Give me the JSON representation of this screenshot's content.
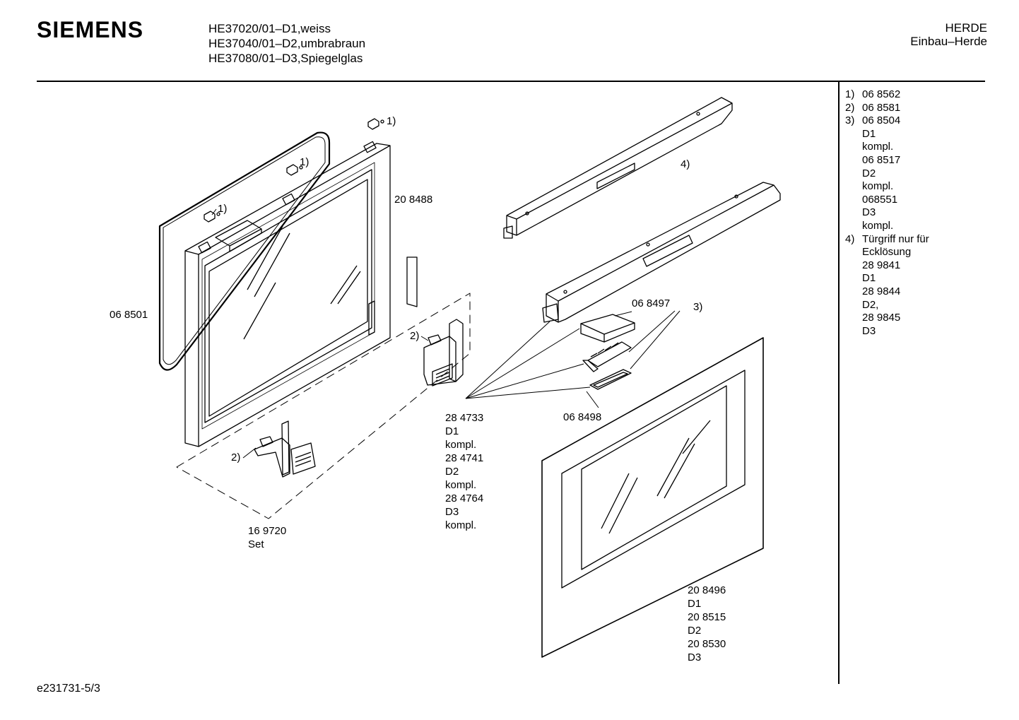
{
  "header": {
    "brand": "SIEMENS",
    "models": [
      "HE37020/01–D1,weiss",
      "HE37040/01–D2,umbrabraun",
      "HE37080/01–D3,Spiegelglas"
    ],
    "category": [
      "HERDE",
      "Einbau–Herde"
    ]
  },
  "legend": [
    {
      "num": "1)",
      "lines": [
        "06 8562"
      ]
    },
    {
      "num": "2)",
      "lines": [
        "06 8581"
      ]
    },
    {
      "num": "3)",
      "lines": [
        "06 8504",
        "D1",
        "kompl.",
        "06 8517",
        "D2",
        "kompl.",
        "068551",
        "D3",
        "kompl."
      ]
    },
    {
      "num": "4)",
      "lines": [
        "Türgriff nur für",
        "Ecklösung",
        "28 9841",
        "D1",
        "28 9844",
        "D2,",
        "28 9845",
        "D3"
      ]
    }
  ],
  "labels": {
    "l_1a": "1)",
    "l_1b": "1)",
    "l_1c": "1)",
    "l_208488": "20 8488",
    "l_068501": "06 8501",
    "l_2a": "2)",
    "l_2b": "2)",
    "l_4": "4)",
    "l_068497": "06 8497",
    "l_3": "3)",
    "l_068498": "06 8498",
    "l_284733": [
      "28 4733",
      "D1",
      "kompl.",
      "28 4741",
      "D2",
      "kompl.",
      "28 4764",
      "D3",
      "kompl."
    ],
    "l_169720": [
      "16 9720",
      "Set"
    ],
    "l_208496": [
      "20 8496",
      "D1",
      "20 8515",
      "D2",
      "20 8530",
      "D3"
    ]
  },
  "footer": {
    "doc_id": "e231731-5/3"
  }
}
